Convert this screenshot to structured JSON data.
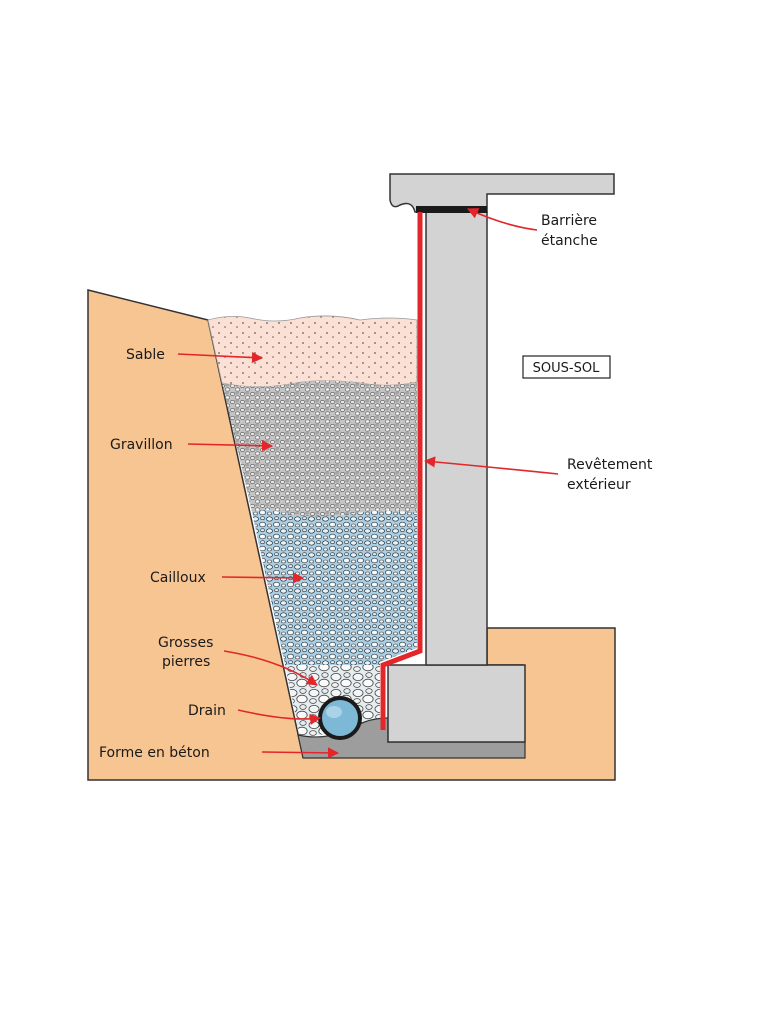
{
  "diagram": {
    "labels": {
      "sable": "Sable",
      "gravillon": "Gravillon",
      "cailloux": "Cailloux",
      "grosses_pierres_1": "Grosses",
      "grosses_pierres_2": "pierres",
      "drain": "Drain",
      "forme_beton": "Forme en béton",
      "barriere_1": "Barrière",
      "barriere_2": "étanche",
      "sous_sol": "SOUS-SOL",
      "revetement_1": "Revêtement",
      "revetement_2": "extérieur"
    },
    "colors": {
      "soil": "#f7c592",
      "sand": "#fbe0d6",
      "gravel": "#c9c9c9",
      "pebbles": "#a9d0e6",
      "concrete": "#d3d3d3",
      "concrete_dark": "#9d9d9d",
      "membrane": "#e3262a",
      "drain_pipe": "#7db9d6",
      "outline": "#222222"
    }
  }
}
